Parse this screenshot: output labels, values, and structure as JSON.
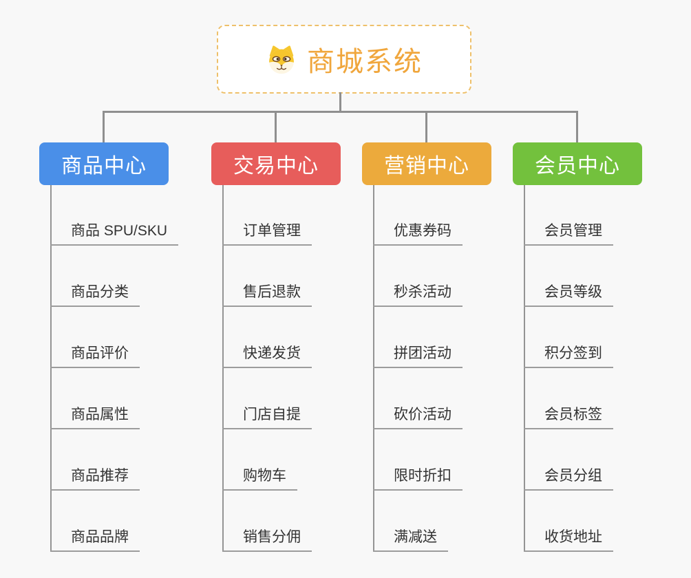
{
  "background_color": "#f8f8f8",
  "connector_color": "#8f8f8f",
  "root": {
    "title": "商城系统",
    "icon": "shiba-dog-face",
    "title_color": "#f0a63c",
    "border_color": "#eec06a"
  },
  "branches": [
    {
      "id": "product-center",
      "label": "商品中心",
      "color": "#4a8fe8",
      "children": [
        "商品 SPU/SKU",
        "商品分类",
        "商品评价",
        "商品属性",
        "商品推荐",
        "商品品牌"
      ]
    },
    {
      "id": "trade-center",
      "label": "交易中心",
      "color": "#e75d5b",
      "children": [
        "订单管理",
        "售后退款",
        "快递发货",
        "门店自提",
        "购物车",
        "销售分佣"
      ]
    },
    {
      "id": "marketing-center",
      "label": "营销中心",
      "color": "#ecaa3c",
      "children": [
        "优惠券码",
        "秒杀活动",
        "拼团活动",
        "砍价活动",
        "限时折扣",
        "满减送"
      ]
    },
    {
      "id": "member-center",
      "label": "会员中心",
      "color": "#73c13d",
      "children": [
        "会员管理",
        "会员等级",
        "积分签到",
        "会员标签",
        "会员分组",
        "收货地址"
      ]
    }
  ]
}
